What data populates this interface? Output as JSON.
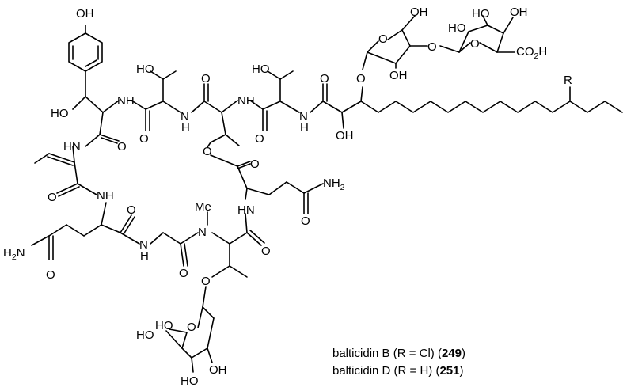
{
  "captions": [
    {
      "text_before": "balticidin B (R = Cl) (",
      "compound_number": "249",
      "text_after": ")"
    },
    {
      "text_before": "balticidin D (R = H) (",
      "compound_number": "251",
      "text_after": ")"
    }
  ],
  "atom_labels": {
    "phenol_oh": "OH",
    "benzylic_oh": "HO",
    "thr1_oh": "HO",
    "thr2_oh": "HO",
    "r_group": "R",
    "alpha_oh": "OH",
    "ester_o": "O",
    "sugar_link_o": "O",
    "pyranose_ring_o": "O",
    "arabinose_ring_o": "O",
    "arabinose_oh_top": "OH",
    "arabinose_oh_bottom": "OH",
    "arabinose_glycosidic_o": "O",
    "acid_ring_o": "O",
    "acid_oh_ho": "HO",
    "acid_oh_top": "OH",
    "acid_ho_left": "HO",
    "acid_cooh": "CO",
    "acid_cooh_sub": "2",
    "acid_cooh_h": "H",
    "amide_nh": "NH",
    "amide_hn": "HN",
    "amine_h2n": "H",
    "amine_h2n_sub": "2",
    "amine_h2n_n": "N",
    "amine_nh2": "NH",
    "amine_nh2_sub": "2",
    "carbonyl_o": "O",
    "nme_n": "N",
    "nme_me": "Me",
    "hexose_ho_left": "HO",
    "hexose_ho_mid": "HO",
    "hexose_oh": "OH",
    "hexose_ho_bottom": "HO",
    "hexose_ring_o": "O",
    "dha_hn": "HN",
    "gly_nh": "N",
    "gly_h": "H",
    "gln_nh": "NH",
    "thr_n": "N",
    "thr_h": "H",
    "acyl_n": "N",
    "acyl_h": "H"
  }
}
